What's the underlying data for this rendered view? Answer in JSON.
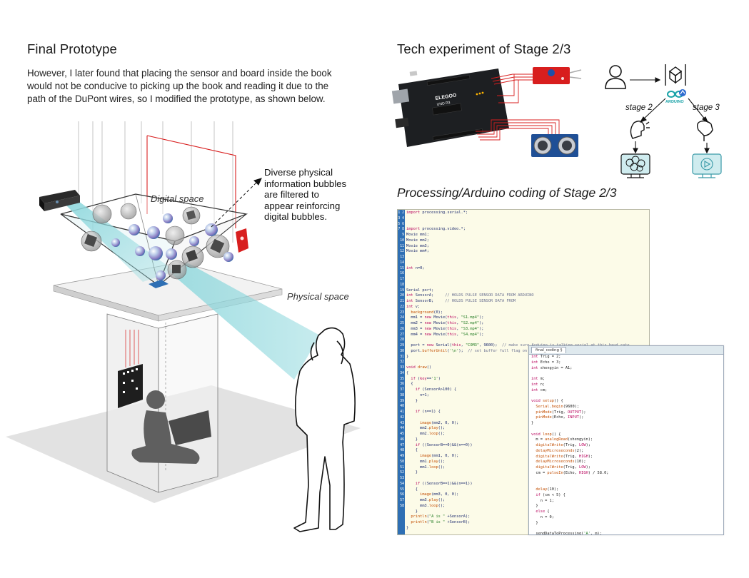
{
  "left": {
    "title": "Final Prototype",
    "description_lines": [
      "However, I later found that placing the sensor and board inside the book",
      "would not be conducive to picking up the book and reading it due to the",
      "path of the DuPont wires, so I modified the prototype, as shown below."
    ],
    "label_digital_space": "Digital space",
    "label_physical_space": "Physical space",
    "callout_lines": [
      "Diverse physical",
      "information bubbles",
      "are filtered to",
      "appear reinforcing",
      "digital bubbles."
    ]
  },
  "right": {
    "tech_title": "Tech experiment of Stage 2/3",
    "board_brand": "ELEGOO",
    "board_model": "UNO R3",
    "arduino_label": "ARDUINO",
    "stage2_label": "stage 2",
    "stage3_label": "stage 3",
    "coding_title": "Processing/Arduino coding of Stage 2/3",
    "arduino_tab_label": "final_coding §"
  },
  "colors": {
    "accent_cyan": "#8fd8dd",
    "wire_red": "#d81e1e",
    "code_bg": "#fcfbe8",
    "gutter_blue": "#2e6fb4",
    "icon_teal": "#3a9aa8"
  }
}
